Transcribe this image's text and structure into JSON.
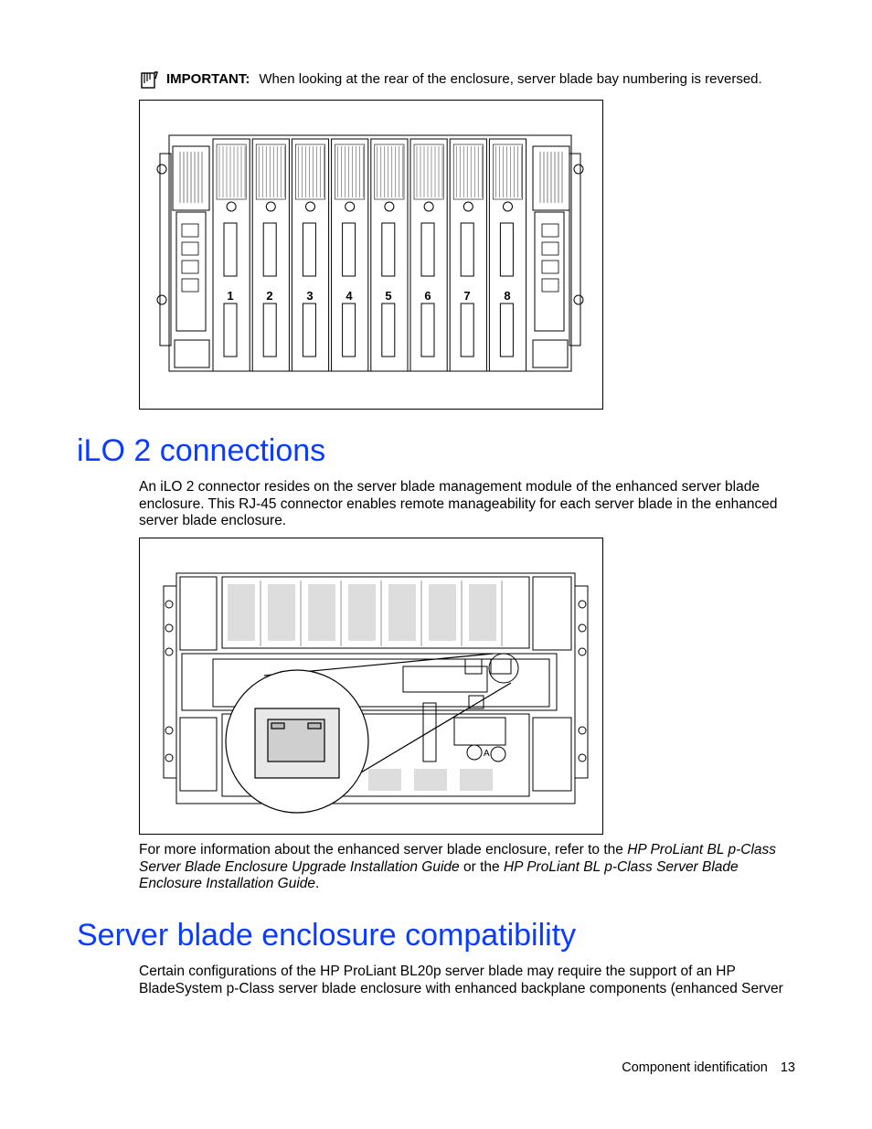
{
  "important": {
    "label": "IMPORTANT:",
    "text": "When looking at the rear of the enclosure, server blade bay numbering is reversed."
  },
  "figure_rear": {
    "bay_numbers": [
      "1",
      "2",
      "3",
      "4",
      "5",
      "6",
      "7",
      "8"
    ]
  },
  "figure_ilo": {
    "module_label": "A"
  },
  "sections": {
    "ilo_title": "iLO 2 connections",
    "ilo_paragraph": "An iLO 2 connector resides on the server blade management module of the enhanced server blade enclosure. This RJ-45 connector enables remote manageability for each server blade in the enhanced server blade enclosure.",
    "more_info_prefix": "For more information about the enhanced server blade enclosure, refer to the ",
    "more_info_doc1": "HP ProLiant BL p-Class Server Blade Enclosure Upgrade Installation Guide",
    "more_info_mid": " or the ",
    "more_info_doc2": "HP ProLiant BL p-Class Server Blade Enclosure Installation Guide",
    "more_info_suffix": ".",
    "compat_title": "Server blade enclosure compatibility",
    "compat_paragraph": "Certain configurations of the HP ProLiant BL20p server blade may require the support of an HP BladeSystem p-Class server blade enclosure with enhanced backplane components (enhanced Server"
  },
  "footer": {
    "section": "Component identification",
    "page": "13"
  }
}
